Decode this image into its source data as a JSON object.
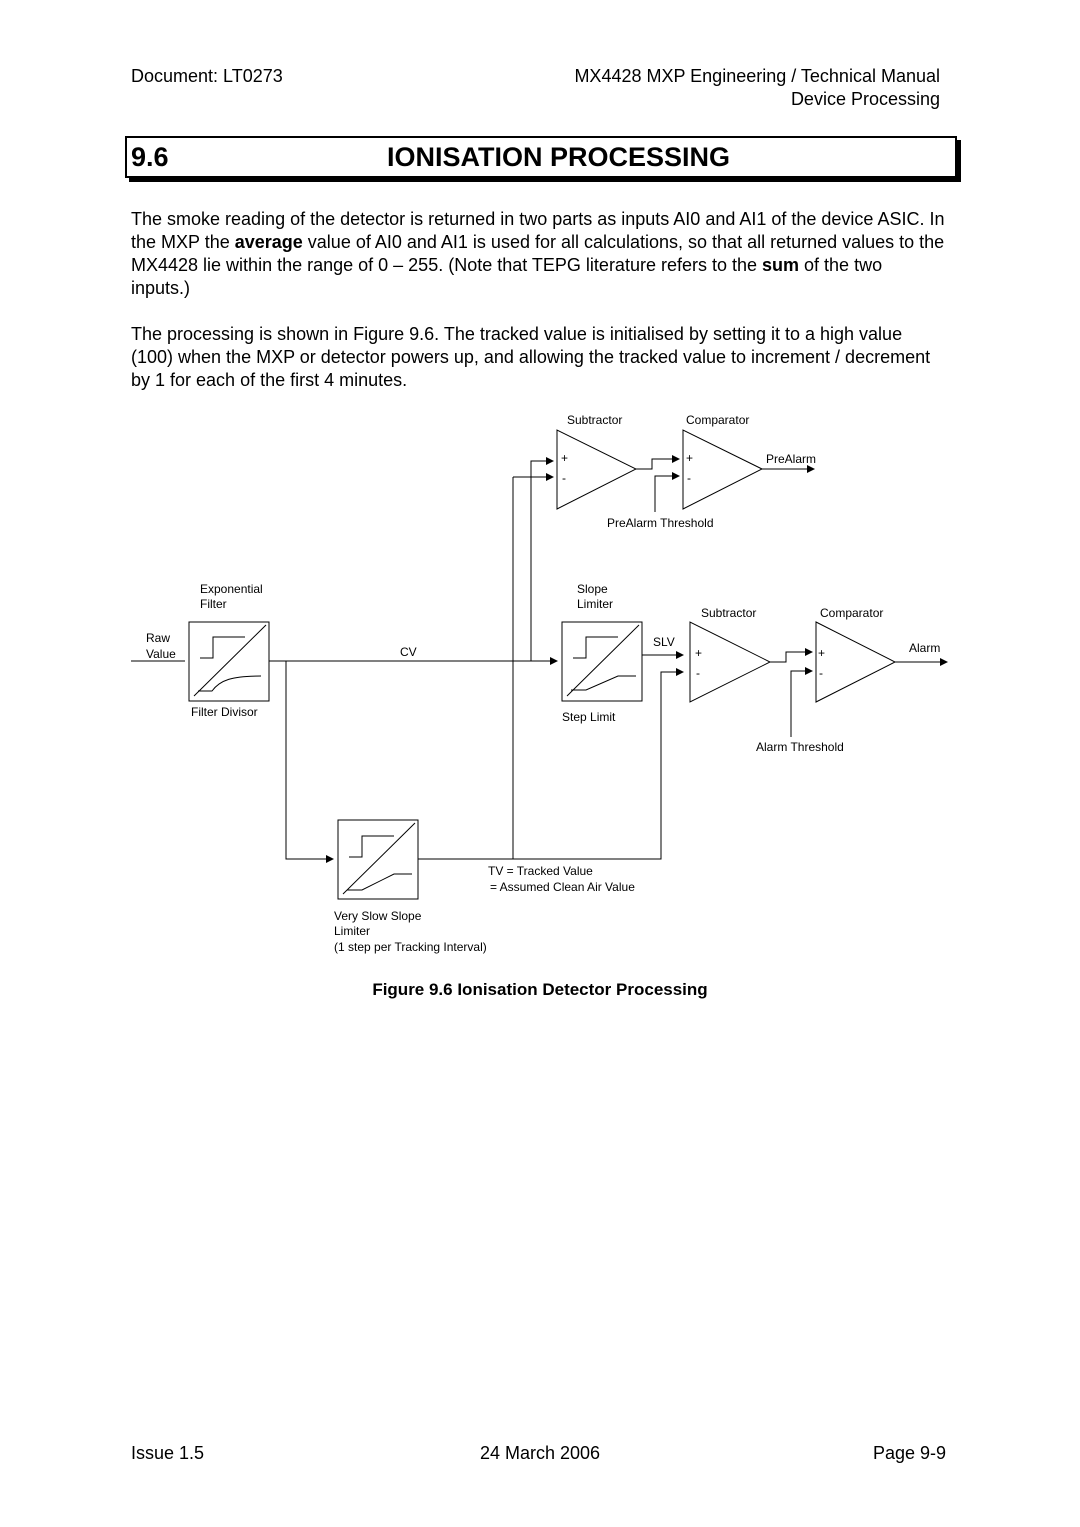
{
  "header": {
    "document": "Document:  LT0273",
    "manual_title": "MX4428 MXP Engineering / Technical Manual",
    "chapter": "Device Processing"
  },
  "section": {
    "number": "9.6",
    "title": "IONISATION PROCESSING"
  },
  "paragraphs": {
    "p1": {
      "a": "The smoke reading of the detector is returned in two parts as inputs AI0 and AI1 of the device ASIC. In the MXP the ",
      "b1": "average",
      "c": " value of AI0 and AI1 is used for all calculations, so that all returned values to the MX4428 lie within the range of 0 – 255. (Note that TEPG literature refers to the ",
      "b2": "sum",
      "d": " of the two inputs.)"
    },
    "p2": "The processing is shown in Figure 9.6. The tracked value is initialised by setting it to a high value (100) when the MXP or detector powers up, and allowing the tracked value to increment / decrement by 1 for each of the first 4 minutes."
  },
  "diagram": {
    "raw": "Raw",
    "value": "Value",
    "exp1": "Exponential",
    "exp2": "Filter",
    "filter_divisor": "Filter Divisor",
    "cv": "CV",
    "slope1": "Slope",
    "slope2": "Limiter",
    "step_limit": "Step Limit",
    "slv": "SLV",
    "subtractor": "Subtractor",
    "comparator": "Comparator",
    "prealarm": "PreAlarm",
    "prealarm_threshold": "PreAlarm Threshold",
    "alarm": "Alarm",
    "alarm_threshold": "Alarm Threshold",
    "plus": "+",
    "minus": "-",
    "tv1": "TV = Tracked Value",
    "tv2": "= Assumed Clean Air Value",
    "vss1": "Very Slow Slope",
    "vss2": "Limiter",
    "vss3": "(1 step per Tracking Interval)"
  },
  "caption": "Figure 9.6 Ionisation Detector Processing",
  "footer": {
    "issue": "Issue 1.5",
    "date": "24 March 2006",
    "page": "Page 9-9"
  }
}
